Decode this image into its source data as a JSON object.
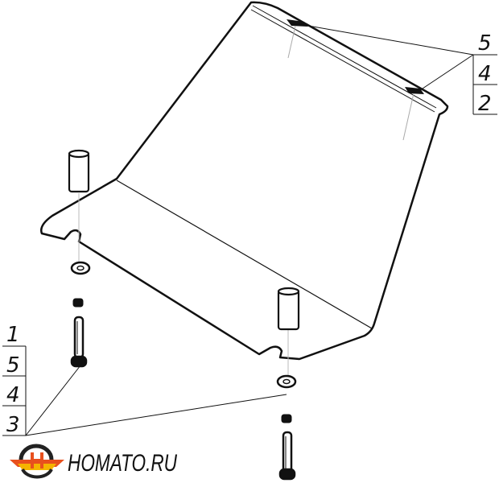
{
  "callouts": {
    "left_stack": [
      "1",
      "5",
      "4",
      "3"
    ],
    "right_stack": [
      "5",
      "4",
      "2"
    ]
  },
  "logo": {
    "text": "HOMATO.RU",
    "colors": {
      "orange": "#e8501e",
      "yellow": "#f5b400",
      "dark": "#222222"
    }
  }
}
